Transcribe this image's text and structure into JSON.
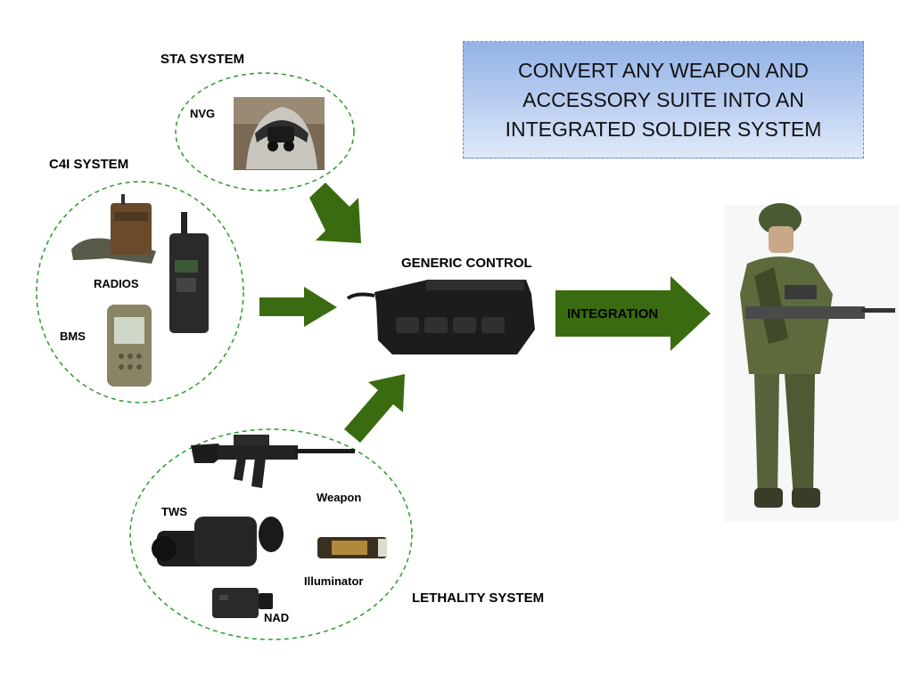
{
  "callout": {
    "lines": [
      "CONVERT ANY WEAPON AND",
      "ACCESSORY  SUITE INTO AN",
      "INTEGRATED SOLDIER SYSTEM"
    ],
    "fill_top": "#93b3e6",
    "fill_bottom": "#dfe9f9"
  },
  "systems": {
    "sta": {
      "title": "STA SYSTEM",
      "items": {
        "nvg": "NVG"
      }
    },
    "c4i": {
      "title": "C4I SYSTEM",
      "items": {
        "radios": "RADIOS",
        "bms": "BMS"
      }
    },
    "lethality": {
      "title": "LETHALITY SYSTEM",
      "items": {
        "weapon": "Weapon",
        "tws": "TWS",
        "illuminator": "Illuminator",
        "nad": "NAD"
      }
    }
  },
  "center": {
    "title": "GENERIC CONTROL"
  },
  "integration": {
    "label": "INTEGRATION"
  },
  "colors": {
    "arrow": "#3a6b11",
    "ellipse_border": "#2e9a2e",
    "text": "#000000"
  },
  "icons": [
    "nvg-helmet-image",
    "radio-device-image",
    "handheld-radio-image",
    "bms-device-image",
    "rifle-image",
    "thermal-scope-image",
    "illuminator-image",
    "nad-device-image",
    "generic-control-grip-image",
    "soldier-image"
  ]
}
